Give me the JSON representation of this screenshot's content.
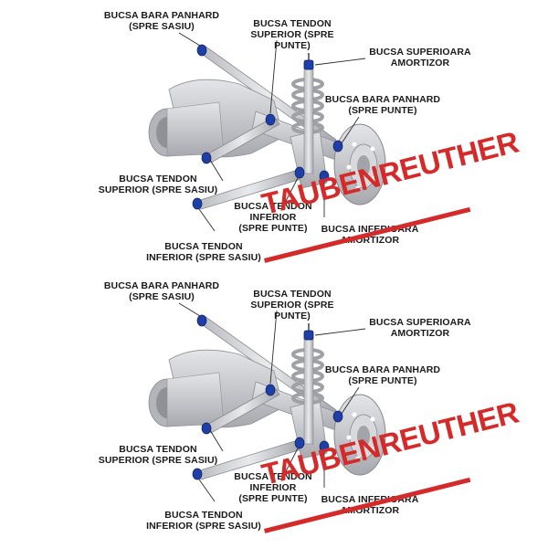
{
  "labels": {
    "panhard_chassis": "BUCSA BARA PANHARD\n(SPRE SASIU)",
    "upper_link_axle": "BUCSA TENDON\nSUPERIOR (SPRE PUNTE)",
    "upper_shock": "BUCSA SUPERIOARA\nAMORTIZOR",
    "panhard_axle": "BUCSA BARA PANHARD\n(SPRE PUNTE)",
    "upper_link_chassis": "BUCSA TENDON\nSUPERIOR (SPRE SASIU)",
    "lower_link_axle": "BUCSA TENDON\nINFERIOR\n(SPRE PUNTE)",
    "lower_shock": "BUCSA INFERIOARA\nAMORTIZOR",
    "lower_link_chassis": "BUCSA TENDON\nINFERIOR (SPRE SASIU)"
  },
  "watermark": "TAUBENREUTHER",
  "colors": {
    "bushing": "#1f3fa8",
    "metal": "#c9cbd0",
    "metal_dark": "#9a9ca3",
    "watermark": "#d42a2a",
    "leader": "#2b2b2b"
  }
}
